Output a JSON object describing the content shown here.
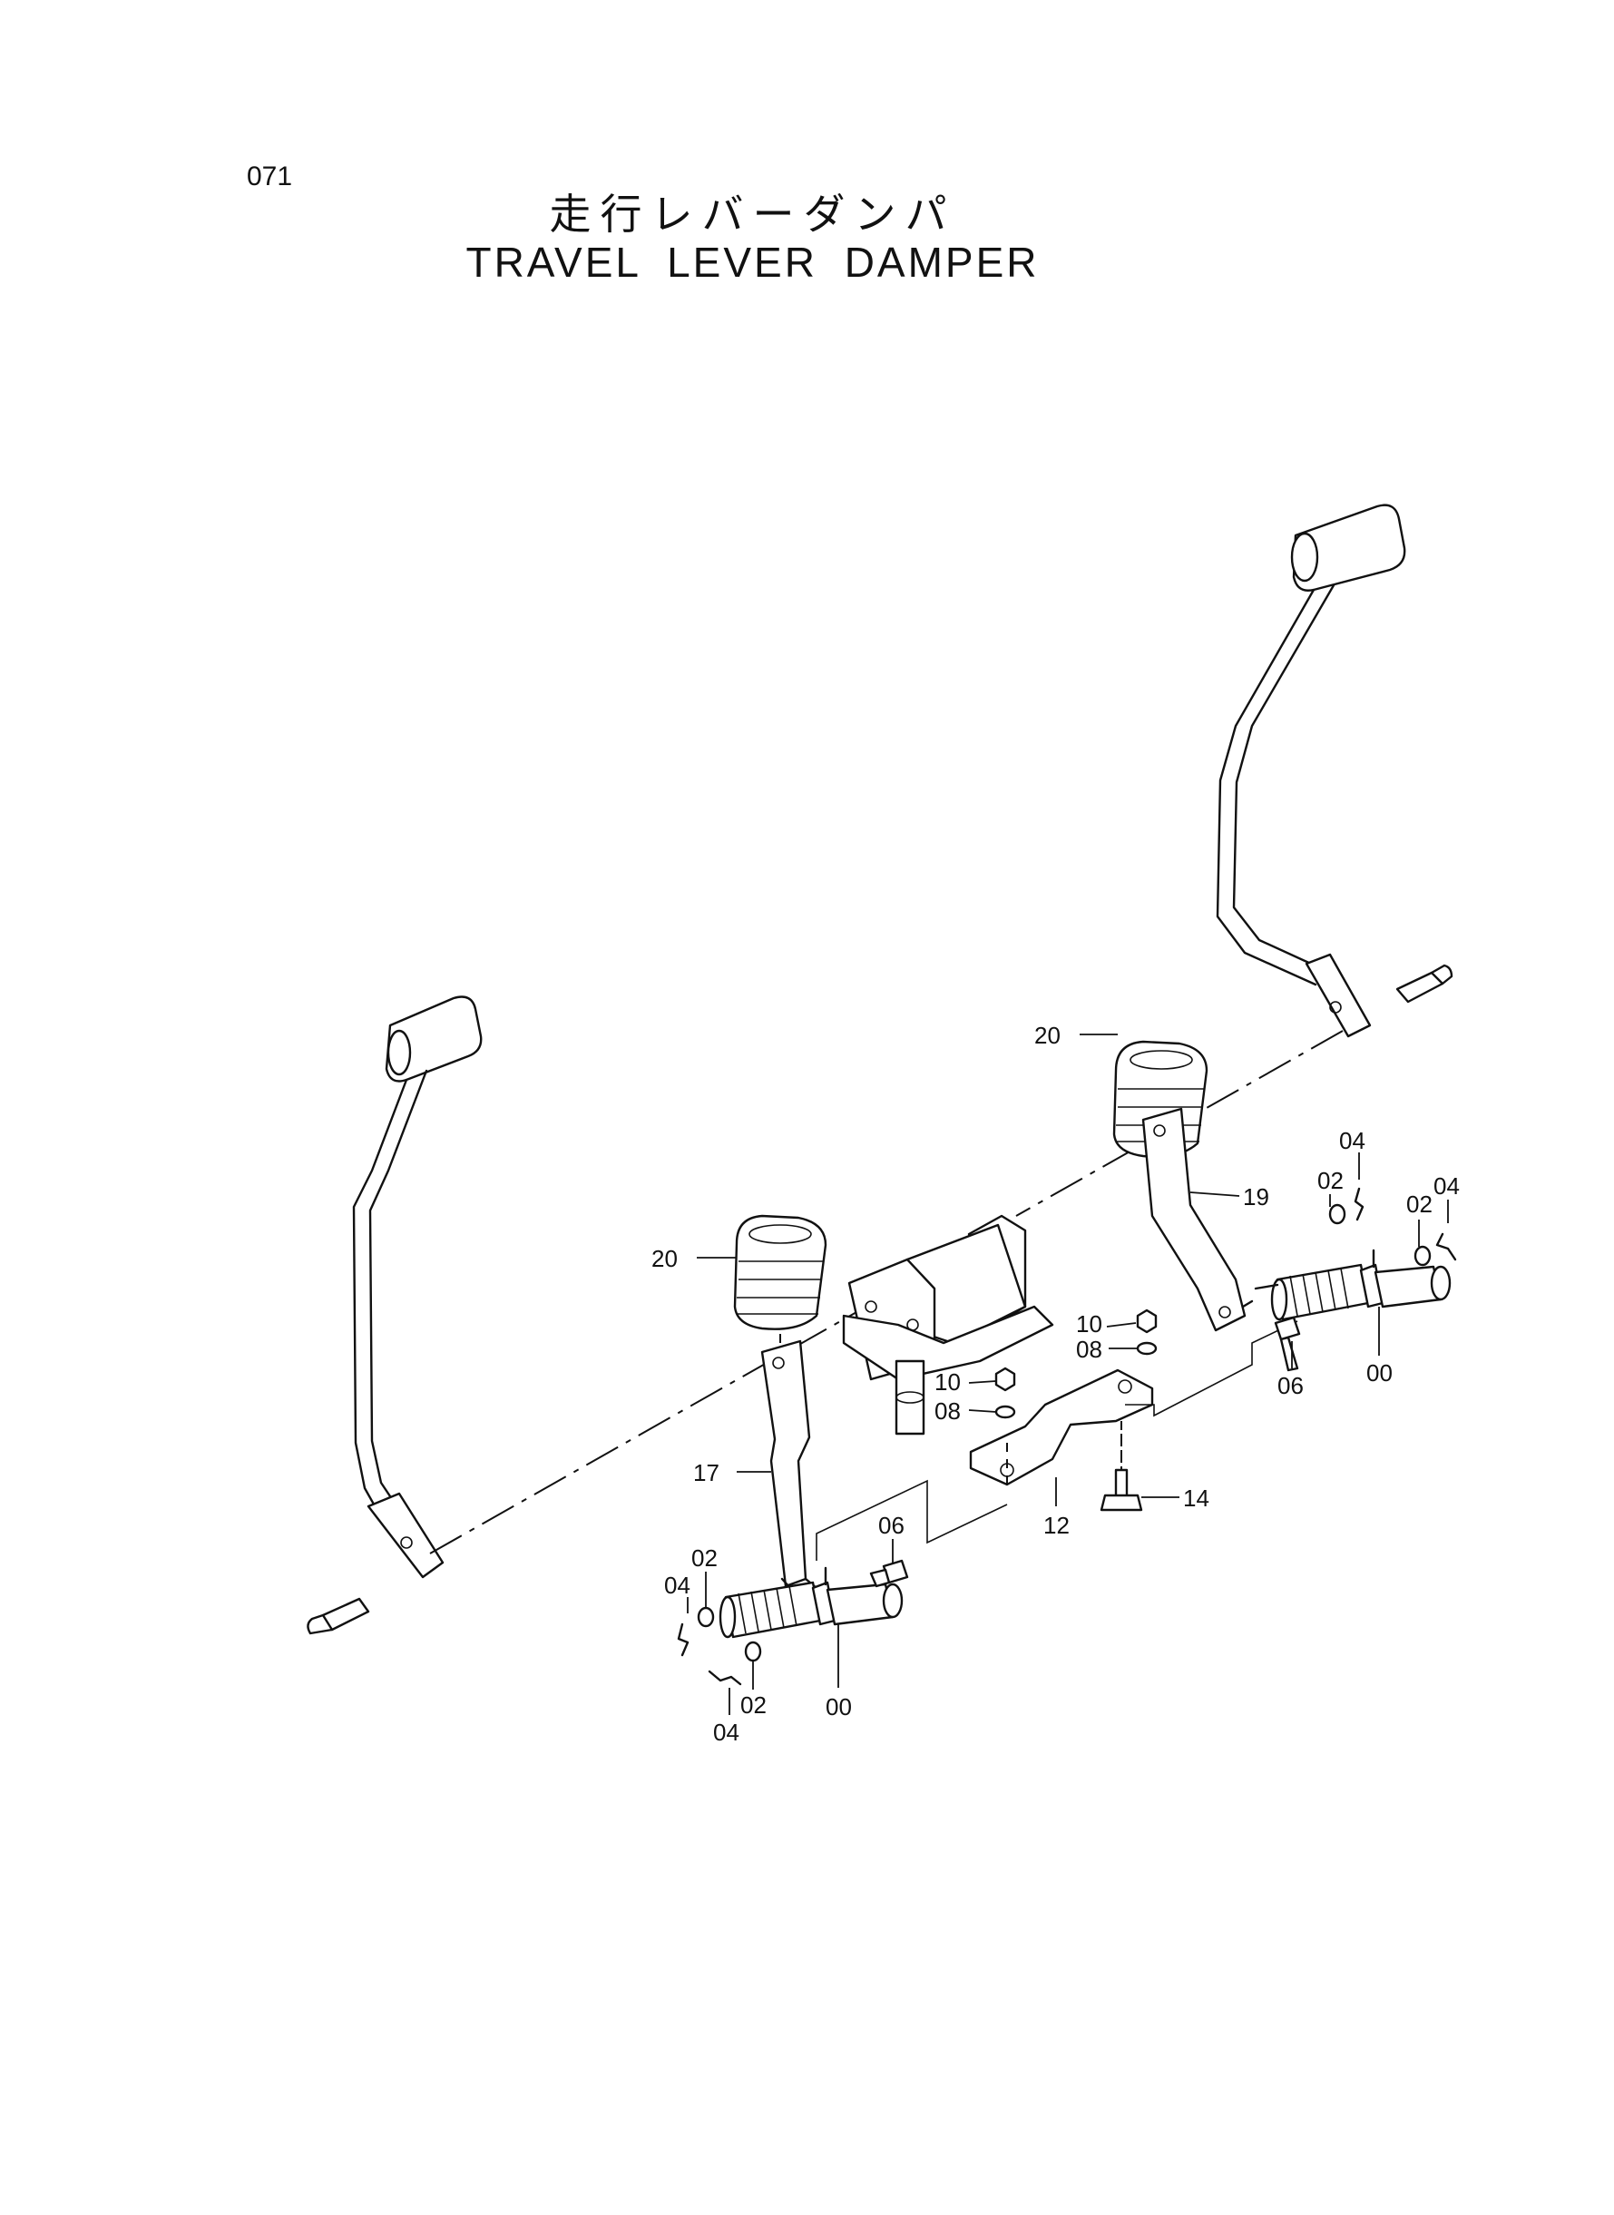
{
  "header": {
    "page_number": "071",
    "title_ja": "走行レバーダンパ",
    "title_en": "TRAVEL LEVER DAMPER"
  },
  "callouts": {
    "c20_right": "20",
    "c20_left": "20",
    "c19": "19",
    "c17": "17",
    "c12": "12",
    "c14": "14",
    "c10_upper": "10",
    "c08_upper": "08",
    "c10_lower": "10",
    "c08_lower": "08",
    "c06_right": "06",
    "c06_left": "06",
    "c00_right": "00",
    "c00_left": "00",
    "c02_r1": "02",
    "c04_r1": "04",
    "c02_r2": "02",
    "c04_r2": "04",
    "c02_l1": "02",
    "c04_l1": "04",
    "c02_l2": "02",
    "c04_l2": "04"
  }
}
